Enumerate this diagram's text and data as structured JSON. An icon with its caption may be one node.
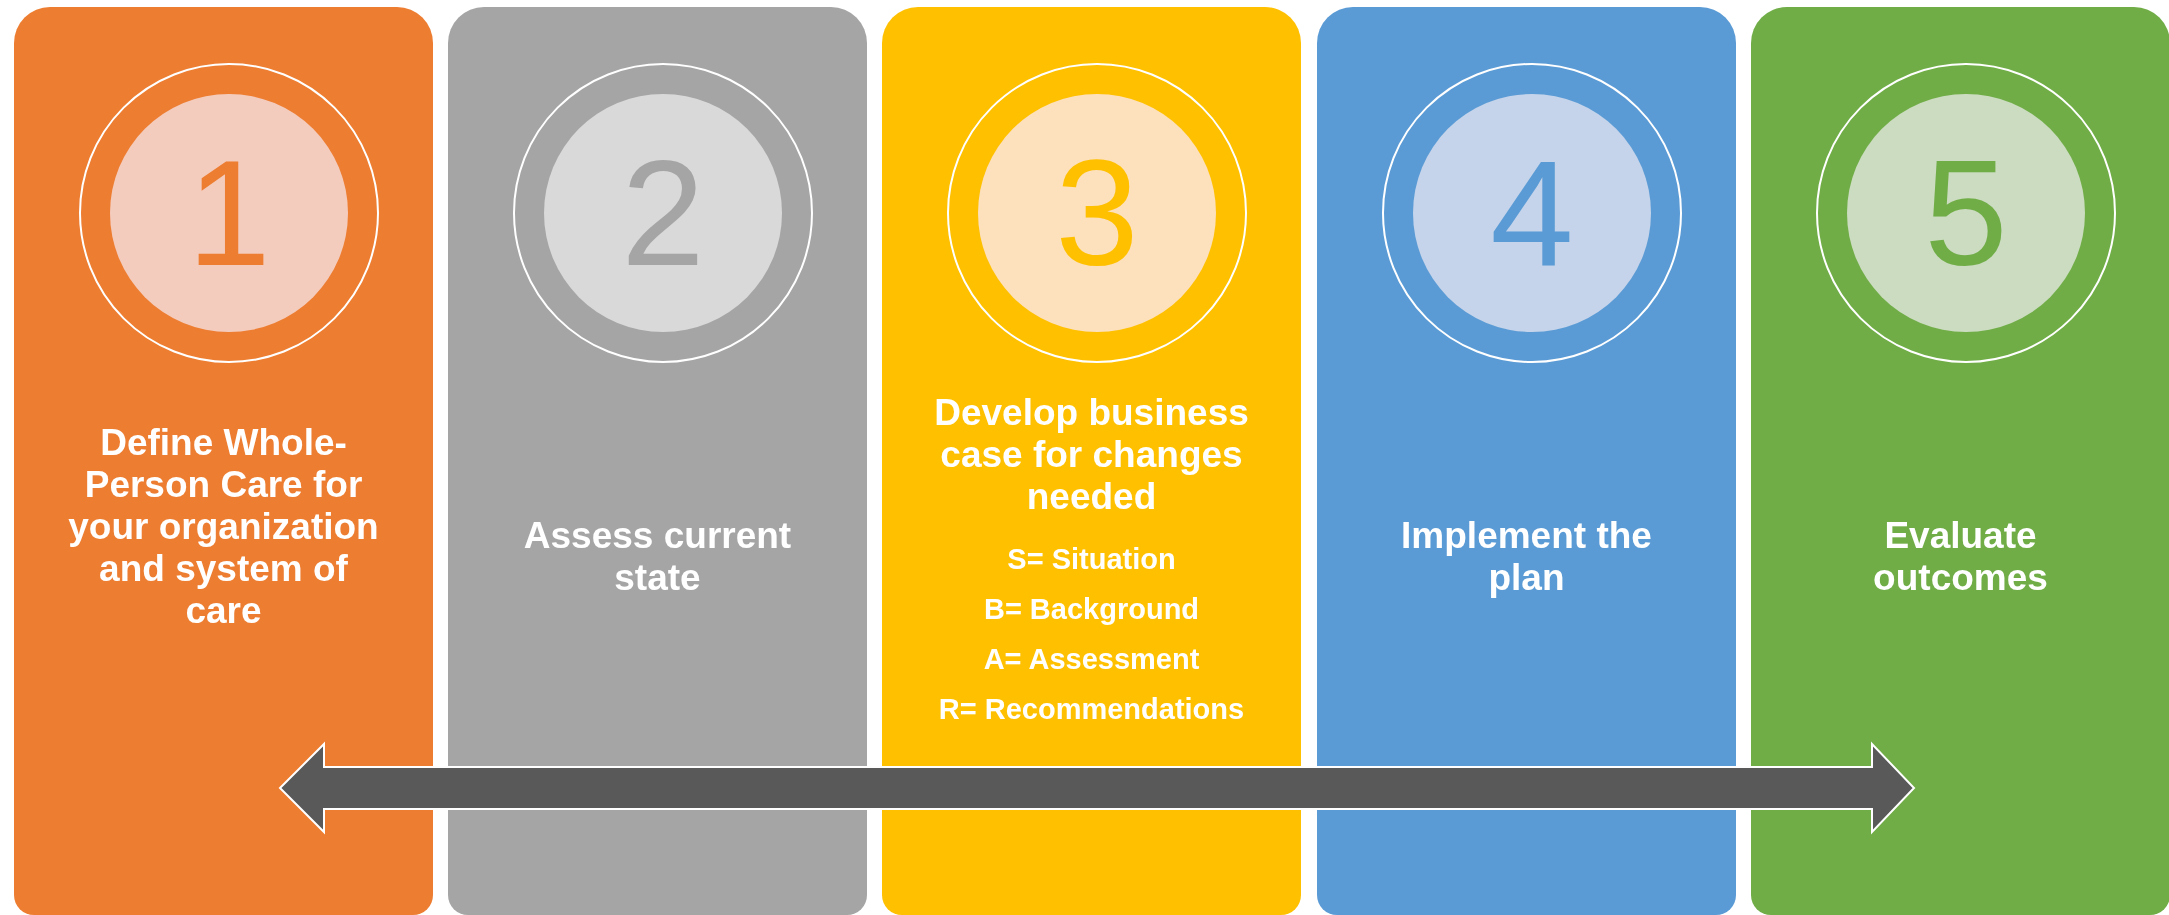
{
  "diagram": {
    "nodes": [
      {
        "text": [
          "1",
          "Define Whole-Person Care for your organization and system of care"
        ]
      },
      {
        "text": [
          "2",
          "Assess current state"
        ]
      },
      {
        "text": [
          "3",
          "Develop business case for changes needed",
          "S= Situation",
          "B= Background",
          "A= Assessment",
          "R= Recommendations"
        ]
      },
      {
        "text": [
          "4",
          "Implement the plan"
        ]
      },
      {
        "text": [
          "5",
          "Evaluate outcomes"
        ]
      }
    ]
  }
}
